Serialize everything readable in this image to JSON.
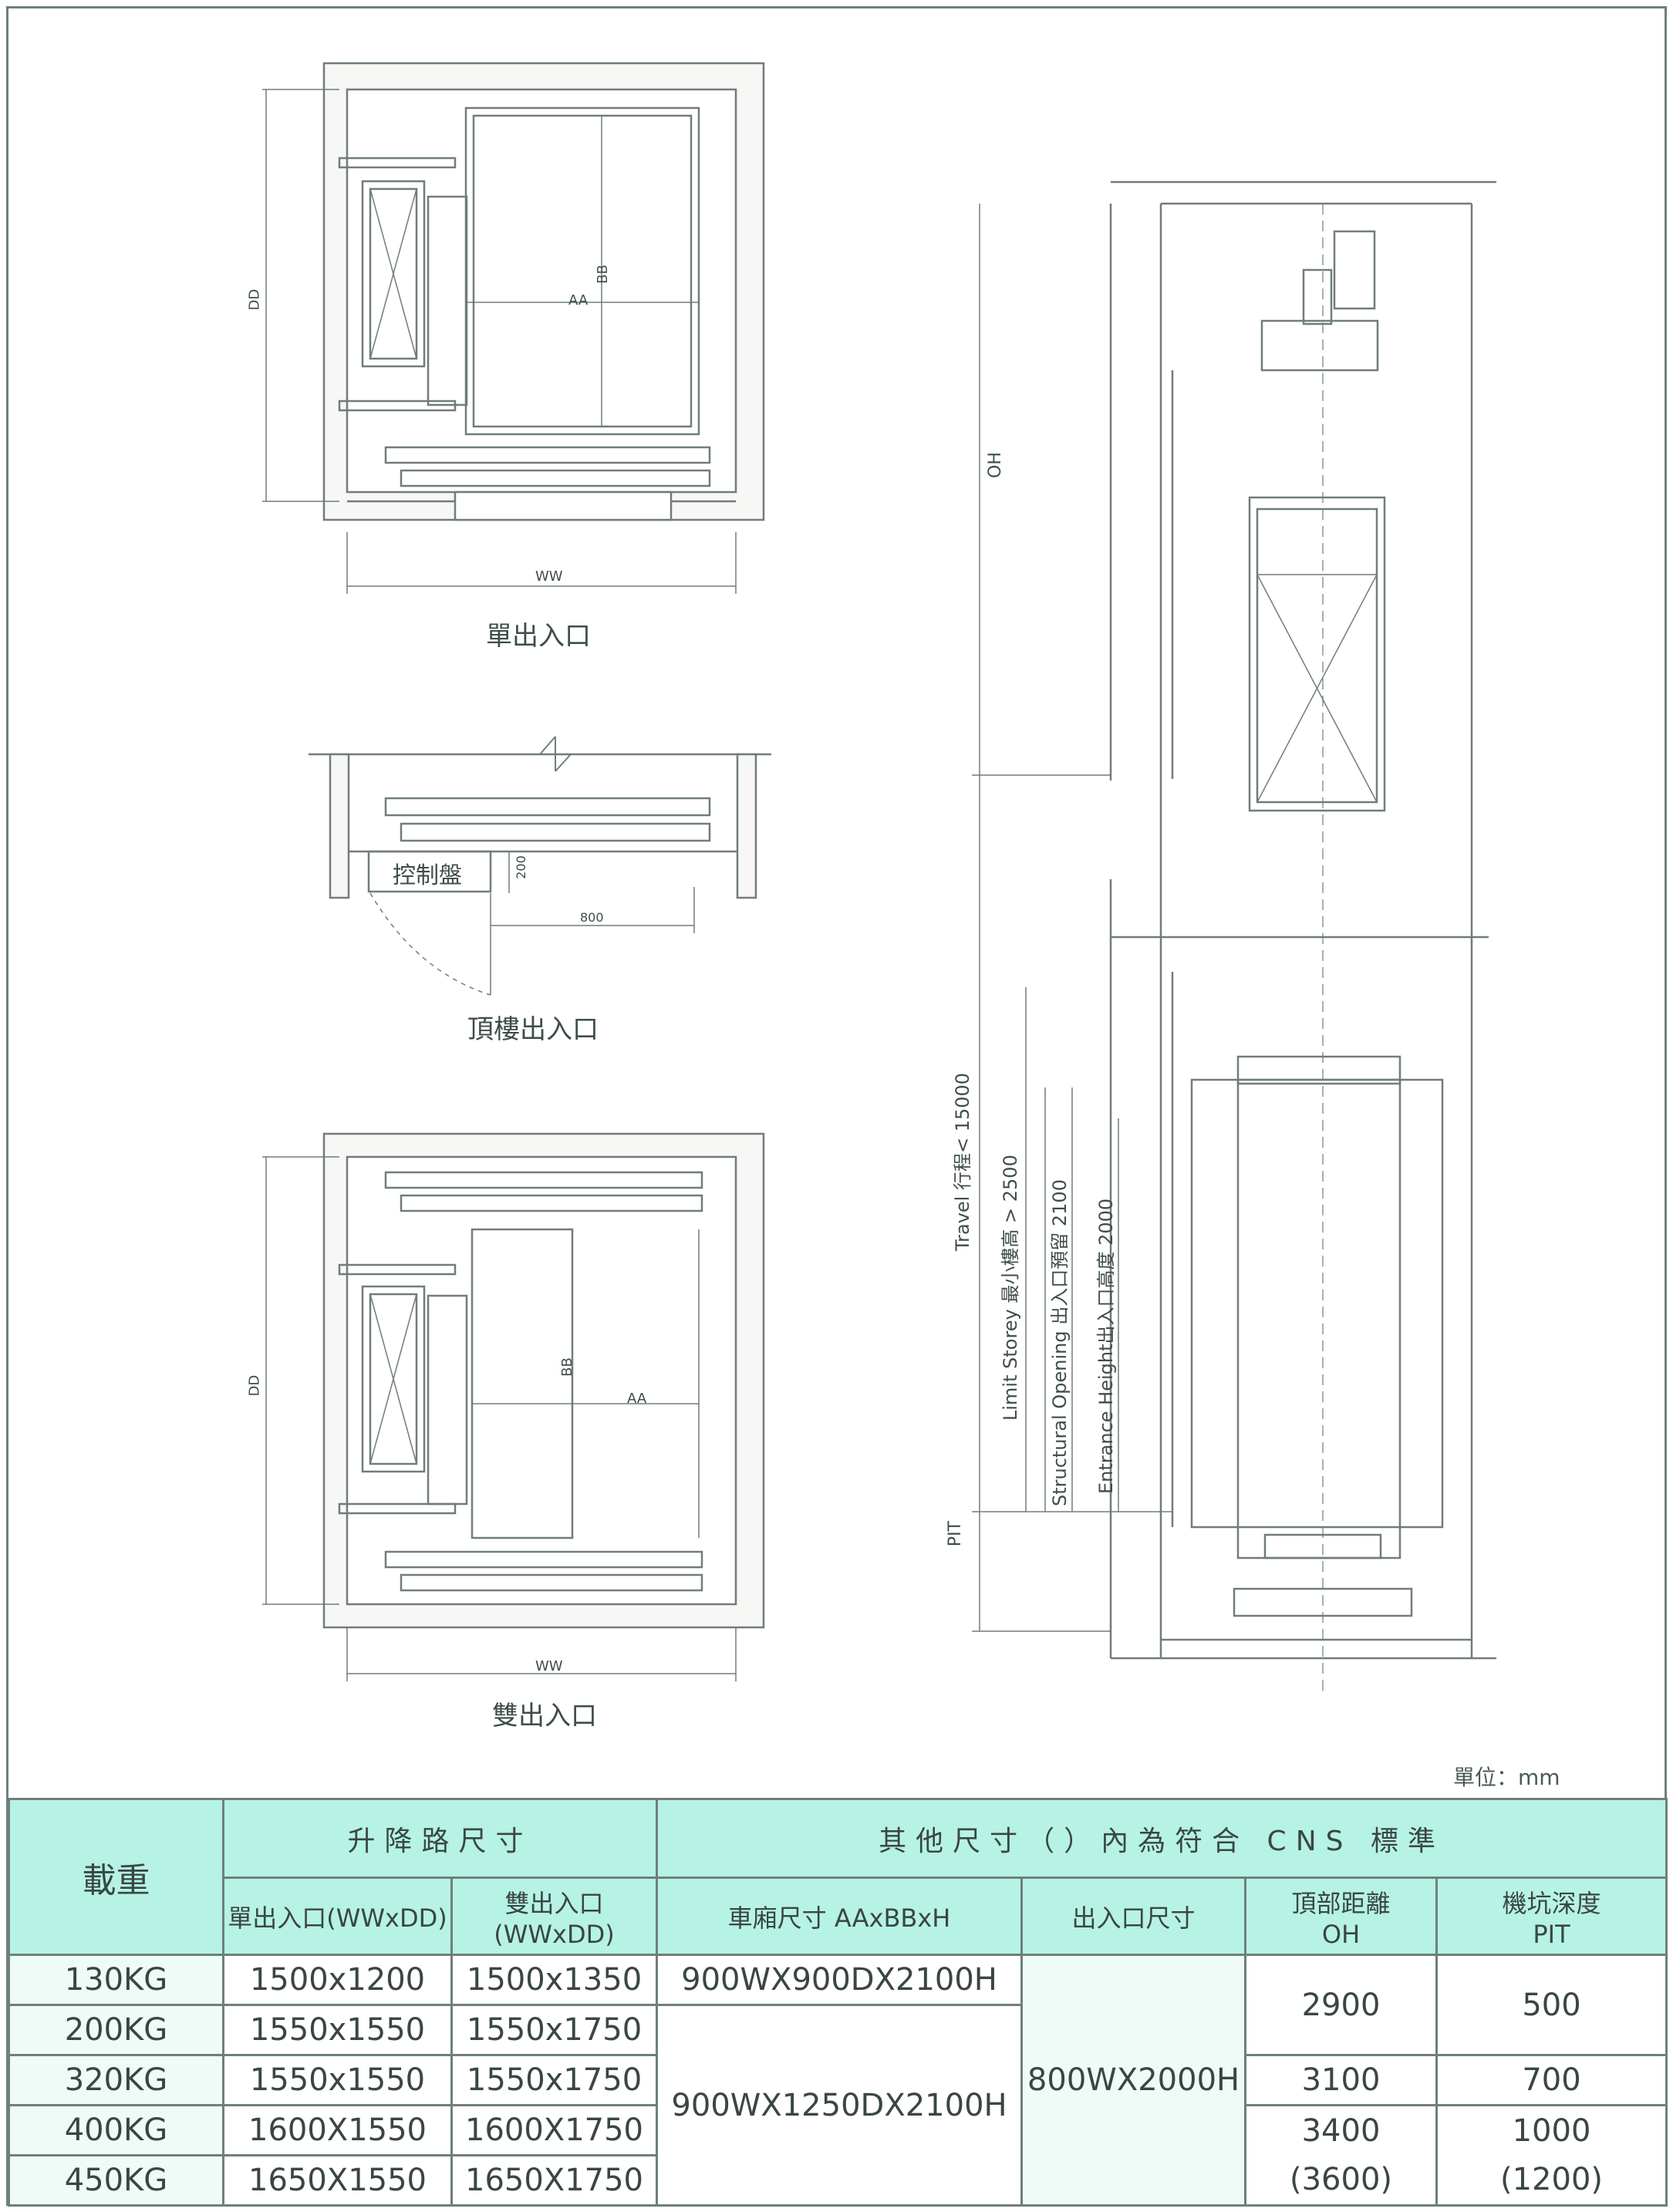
{
  "plans": {
    "single_title": "單出入口",
    "top_title": "頂樓出入口",
    "double_title": "雙出入口",
    "dim_DD": "DD",
    "dim_WW": "WW",
    "dim_AA": "AA",
    "dim_BB": "BB",
    "control_panel": "控制盤",
    "dim_200": "200",
    "dim_800": "800"
  },
  "section": {
    "oh": "OH",
    "pit": "PIT",
    "travel": "Travel 行程< 15000",
    "limit": "Limit Storey 最小樓高 > 2500",
    "structural": "Structural Opening 出入口預留 2100",
    "entrance": "Entrance Height出入口高度 2000"
  },
  "unit_label": "單位：mm",
  "table": {
    "load_header": "載重",
    "shaft_header": "升降路尺寸",
    "other_header": "其他尺寸（）內為符合 CNS 標準",
    "sub_single": "單出入口(WWxDD)",
    "sub_double": "雙出入口(WWxDD)",
    "sub_car": "車廂尺寸 AAxBBxH",
    "sub_entrance": "出入口尺寸",
    "sub_oh_1": "頂部距離",
    "sub_oh_2": "OH",
    "sub_pit_1": "機坑深度",
    "sub_pit_2": "PIT",
    "rows": [
      {
        "load": "130KG",
        "single": "1500x1200",
        "double": "1500x1350"
      },
      {
        "load": "200KG",
        "single": "1550x1550",
        "double": "1550x1750"
      },
      {
        "load": "320KG",
        "single": "1550x1550",
        "double": "1550x1750"
      },
      {
        "load": "400KG",
        "single": "1600X1550",
        "double": "1600X1750"
      },
      {
        "load": "450KG",
        "single": "1650X1550",
        "double": "1650X1750"
      }
    ],
    "car_small": "900WX900DX2100H",
    "car_large": "900WX1250DX2100H",
    "entrance_size": "800WX2000H",
    "oh_a": "2900",
    "oh_b": "3100",
    "oh_c": "3400",
    "oh_d": "(3600)",
    "pit_a": "500",
    "pit_b": "700",
    "pit_c": "1000",
    "pit_d": "(1200)"
  },
  "colors": {
    "line": "#6f7f7d",
    "header_bg": "#b6f3e4",
    "cell_bg": "#eefbf7"
  }
}
